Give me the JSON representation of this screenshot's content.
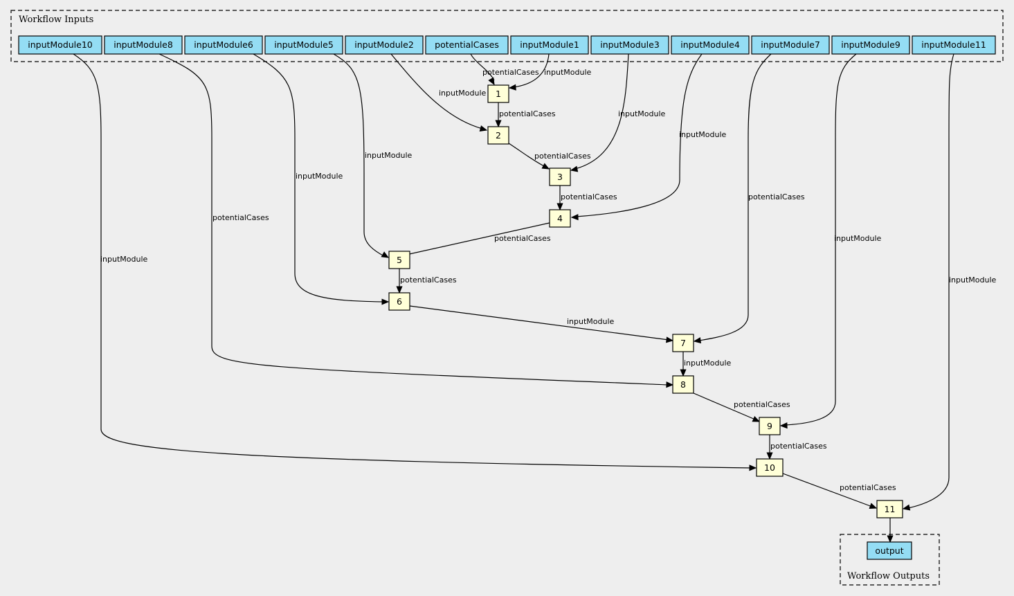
{
  "clusters": {
    "inputs_label": "Workflow Inputs",
    "outputs_label": "Workflow Outputs"
  },
  "inputs": [
    "inputModule10",
    "inputModule8",
    "inputModule6",
    "inputModule5",
    "inputModule2",
    "potentialCases",
    "inputModule1",
    "inputModule3",
    "inputModule4",
    "inputModule7",
    "inputModule9",
    "inputModule11"
  ],
  "steps": [
    "1",
    "2",
    "3",
    "4",
    "5",
    "6",
    "7",
    "8",
    "9",
    "10",
    "11"
  ],
  "output": "output",
  "edges": [
    {
      "from": "potentialCases",
      "to": "1",
      "label": "potentialCases"
    },
    {
      "from": "inputModule1",
      "to": "1",
      "label": "inputModule"
    },
    {
      "from": "inputModule2",
      "to": "2",
      "label": "inputModule"
    },
    {
      "from": "1",
      "to": "2",
      "label": "potentialCases"
    },
    {
      "from": "2",
      "to": "3",
      "label": "potentialCases"
    },
    {
      "from": "inputModule3",
      "to": "3",
      "label": "inputModule"
    },
    {
      "from": "inputModule4",
      "to": "4",
      "label": "inputModule"
    },
    {
      "from": "3",
      "to": "4",
      "label": "potentialCases"
    },
    {
      "from": "inputModule5",
      "to": "5",
      "label": "inputModule"
    },
    {
      "from": "4",
      "to": "5",
      "label": "potentialCases"
    },
    {
      "from": "inputModule6",
      "to": "6",
      "label": "inputModule"
    },
    {
      "from": "5",
      "to": "6",
      "label": "potentialCases"
    },
    {
      "from": "inputModule7",
      "to": "7",
      "label": "inputModule"
    },
    {
      "from": "6",
      "to": "7",
      "label": "potentialCases"
    },
    {
      "from": "inputModule8",
      "to": "8",
      "label": "inputModule"
    },
    {
      "from": "7",
      "to": "8",
      "label": "potentialCases"
    },
    {
      "from": "inputModule9",
      "to": "9",
      "label": "inputModule"
    },
    {
      "from": "8",
      "to": "9",
      "label": "potentialCases"
    },
    {
      "from": "inputModule10",
      "to": "10",
      "label": "inputModule"
    },
    {
      "from": "9",
      "to": "10",
      "label": "potentialCases"
    },
    {
      "from": "inputModule11",
      "to": "11",
      "label": "inputModule"
    },
    {
      "from": "10",
      "to": "11",
      "label": "potentialCases"
    },
    {
      "from": "11",
      "to": "output",
      "label": ""
    }
  ]
}
